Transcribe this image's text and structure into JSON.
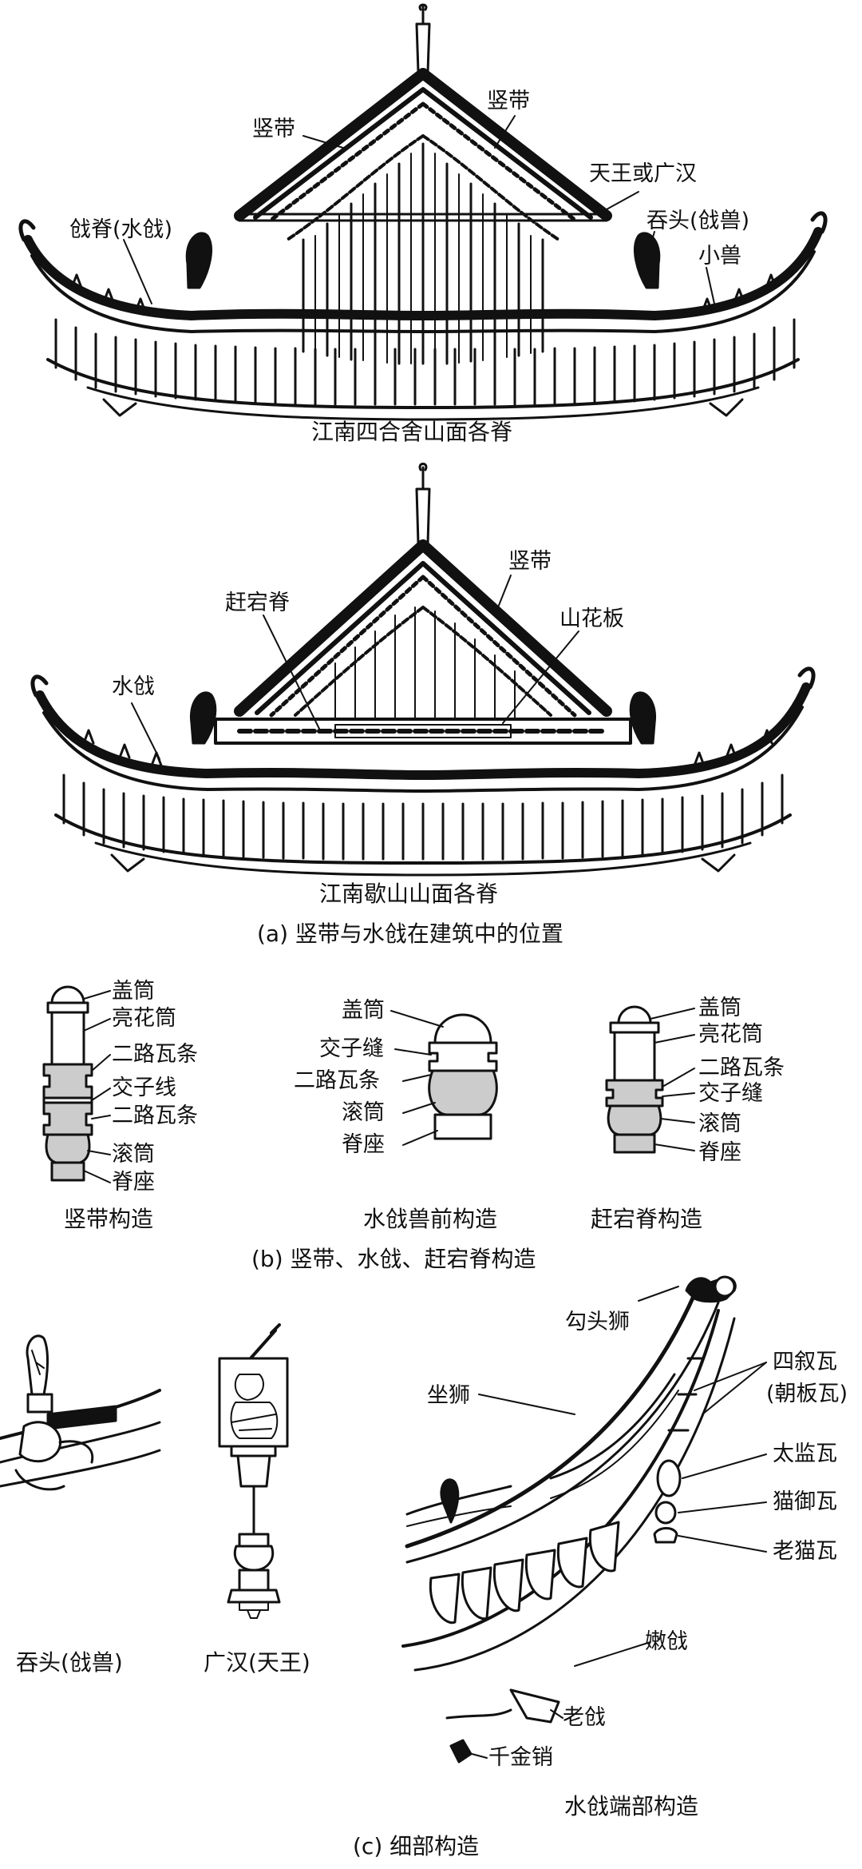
{
  "section_a": {
    "caption": "(a) 竖带与水戗在建筑中的位置",
    "top": {
      "title": "江南四合舍山面各脊",
      "labels": {
        "vertical_left": "竖带",
        "vertical_right": "竖带",
        "tianwang": "天王或广汉",
        "qiangji": "戗脊(水戗)",
        "tuntou": "吞头(戗兽)",
        "xiaoshou": "小兽"
      }
    },
    "bottom": {
      "title": "江南歇山山面各脊",
      "labels": {
        "vertical": "竖带",
        "ganzong": "赶宕脊",
        "shanhua": "山花板",
        "shuiqiang": "水戗"
      }
    }
  },
  "section_b": {
    "caption": "(b) 竖带、水戗、赶宕脊构造",
    "shudai": {
      "title": "竖带构造",
      "labels": [
        "盖筒",
        "亮花筒",
        "二路瓦条",
        "交子线",
        "二路瓦条",
        "滚筒",
        "脊座"
      ]
    },
    "shuiqiang": {
      "title": "水戗兽前构造",
      "labels": [
        "盖筒",
        "交子缝",
        "二路瓦条",
        "滚筒",
        "脊座"
      ]
    },
    "ganzong": {
      "title": "赶宕脊构造",
      "labels": [
        "盖筒",
        "亮花筒",
        "二路瓦条",
        "交子缝",
        "滚筒",
        "脊座"
      ]
    }
  },
  "section_c": {
    "caption": "(c) 细部构造",
    "tuntou_title": "吞头(戗兽)",
    "guanghan_title": "广汉(天王)",
    "end_title": "水戗端部构造",
    "end_labels": {
      "goutoushi": "勾头狮",
      "zuoshi": "坐狮",
      "sixuwa": "四叙瓦",
      "chaobanwa": "(朝板瓦)",
      "taijianwa": "太监瓦",
      "maoyuwa": "猫御瓦",
      "laomaowa": "老猫瓦",
      "nenqiang": "嫩戗",
      "laoqiang": "老戗",
      "qianjinxiao": "千金销"
    }
  }
}
